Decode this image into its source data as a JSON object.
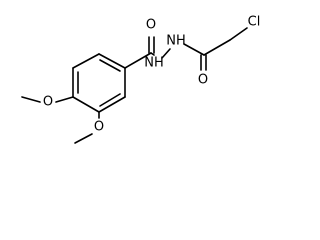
{
  "structure": {
    "atoms": {
      "carbonyl_oxygen_left": "O",
      "hydrazide_nh_1": "NH",
      "hydrazide_nh_2": "NH",
      "carbonyl_oxygen_right": "O",
      "chlorine": "Cl",
      "methoxy_oxygen_4": "O",
      "methoxy_oxygen_3": "O"
    }
  },
  "colors": {
    "bond": "#000000",
    "label": "#000000",
    "background": "#ffffff"
  }
}
